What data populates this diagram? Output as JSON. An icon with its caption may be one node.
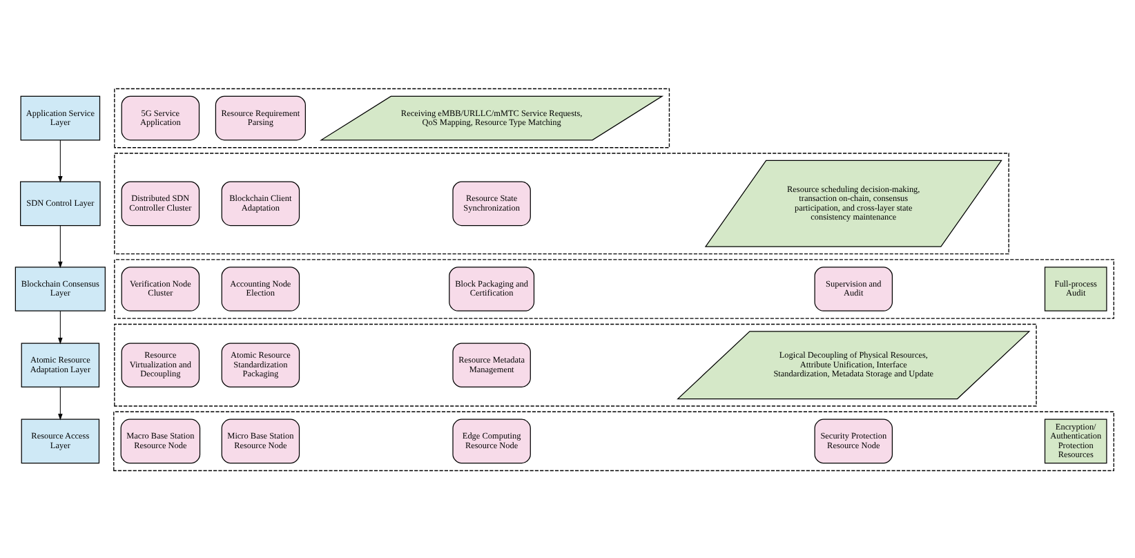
{
  "diagram": {
    "nodes": [
      {
        "text": [
          "Application Service Layer"
        ]
      },
      {
        "text": [],
        "shape": "box"
      },
      {
        "text": [
          "5G Service Application"
        ],
        "in": 1
      },
      {
        "text": [
          "Resource Requirement Parsing"
        ],
        "in": 1
      },
      {
        "text": [
          "Receiving eMBB/URLLC/mMTC Service Requests, QoS Mapping, Resource Type Matching"
        ],
        "in": 1
      },
      {
        "text": [
          "SDN Control Layer"
        ]
      },
      {
        "text": [],
        "shape": "box"
      },
      {
        "text": [
          "Distributed SDN Controller Cluster"
        ],
        "in": 6
      },
      {
        "text": [
          "Blockchain Client Adaptation"
        ],
        "in": 6
      },
      {
        "text": [
          "Resource State Synchronization"
        ],
        "in": 6
      },
      {
        "text": [
          "Resource scheduling decision-making, transaction on-chain, consensus participation, and cross-layer state consistency maintenance"
        ],
        "in": 6
      },
      {
        "text": [
          "Blockchain Consensus Layer"
        ]
      },
      {
        "text": [],
        "shape": "box"
      },
      {
        "text": [
          "Verification Node Cluster"
        ],
        "in": 12
      },
      {
        "text": [
          "Accounting Node Election"
        ],
        "in": 12
      },
      {
        "text": [
          "Block Packaging and Certification"
        ],
        "in": 12
      },
      {
        "text": [
          "Supervision and Audit"
        ],
        "in": 12
      },
      {
        "text": [
          "Full-process Audit"
        ],
        "in": 12
      },
      {
        "text": [
          "Atomic Resource Adaptation Layer"
        ]
      },
      {
        "text": [],
        "shape": "box"
      },
      {
        "text": [
          "Resource Virtualization and Decoupling"
        ],
        "in": 19
      },
      {
        "text": [
          "Atomic Resource Standardization Packaging"
        ],
        "in": 19
      },
      {
        "text": [
          "Resource Metadata Management"
        ],
        "in": 19
      },
      {
        "text": [
          "Logical Decoupling of Physical Resources, Attribute Unification, Interface Standardization, Metadata Storage and Update"
        ],
        "in": 19
      },
      {
        "text": [
          "Resource Access Layer"
        ]
      },
      {
        "text": [],
        "shape": "box"
      },
      {
        "text": [
          "Macro Base Station Resource Node"
        ],
        "in": 25
      },
      {
        "text": [
          "Micro Base Station Resource Node"
        ],
        "in": 25
      },
      {
        "text": [
          "Edge Computing Resource Node"
        ],
        "in": 25
      },
      {
        "text": [
          "Security Protection Resource Node"
        ],
        "in": 25
      },
      {
        "text": [
          "Encryption/ Authentication Protection Resources"
        ],
        "in": 25
      }
    ],
    "edges": [
      {
        "from": 0,
        "to": 5,
        "arrow": "to"
      },
      {
        "from": 5,
        "to": 11,
        "arrow": "to"
      },
      {
        "from": 11,
        "to": 18,
        "arrow": "to"
      },
      {
        "from": 18,
        "to": 24,
        "arrow": "to"
      }
    ]
  }
}
